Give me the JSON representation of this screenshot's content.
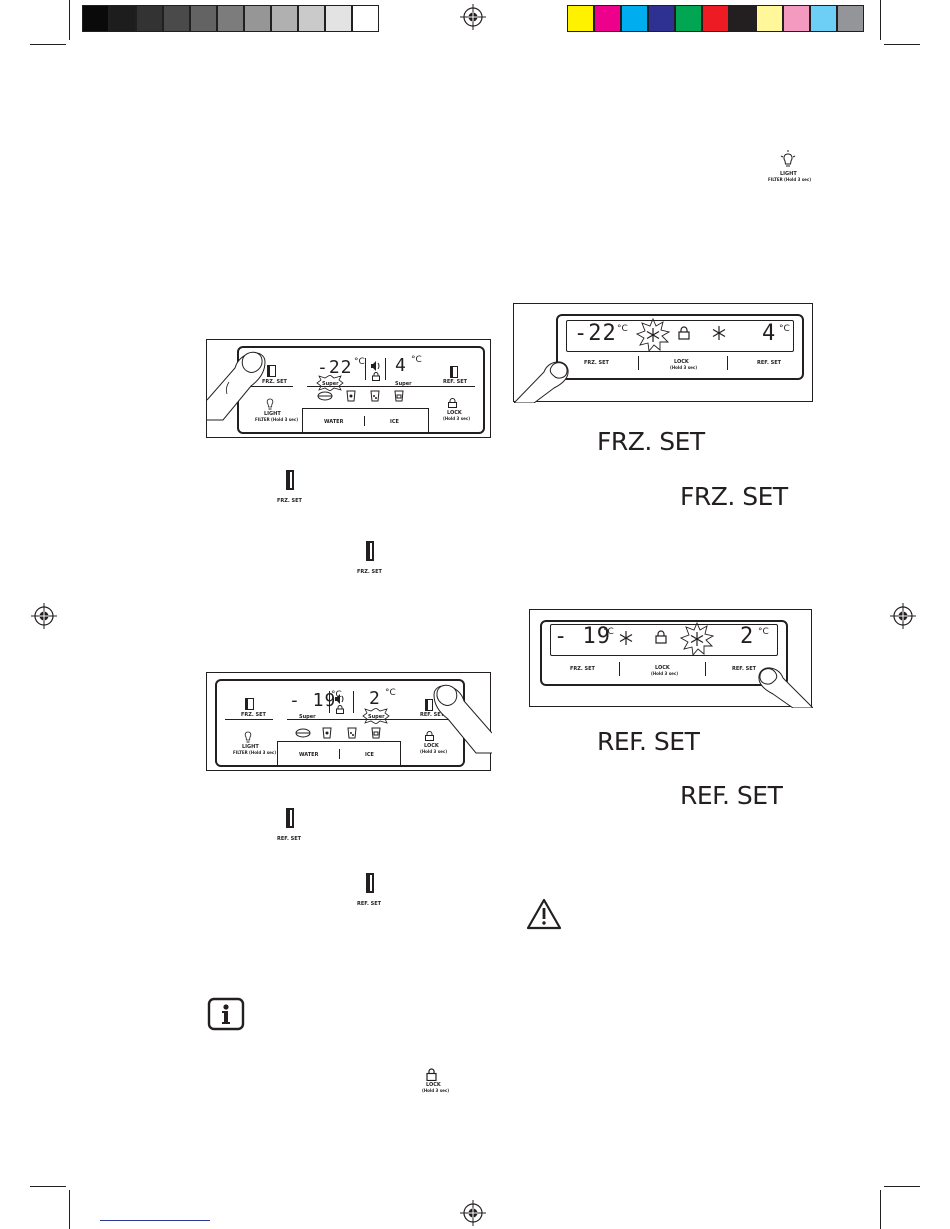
{
  "calibration": {
    "greys": [
      "#0a0a0a",
      "#1d1d1d",
      "#333333",
      "#4a4a4a",
      "#636363",
      "#7c7c7c",
      "#969696",
      "#b0b0b0",
      "#cacaca",
      "#e3e3e3",
      "#ffffff"
    ],
    "colors": [
      "#fff200",
      "#ec008c",
      "#00aeef",
      "#2e3192",
      "#00a651",
      "#ed1c24",
      "#231f20",
      "#fff799",
      "#f49ac1",
      "#6dcff6",
      "#939598"
    ]
  },
  "topright_icon": {
    "line1": "LIGHT",
    "line2": "FILTER (Hold 3 sec)"
  },
  "panel1": {
    "frz_set": "FRZ. SET",
    "frz_temp": "-22",
    "deg": "°C",
    "super_left": "Super",
    "ref_temp": "4",
    "super_right": "Super",
    "ref_set": "REF. SET",
    "light": "LIGHT",
    "light_sub": "FILTER (Hold 3 sec)",
    "lock": "LOCK",
    "lock_sub": "(Hold 3 sec)",
    "water": "WATER",
    "ice": "ICE"
  },
  "panel2": {
    "frz_temp": "-22",
    "ref_temp": "4",
    "deg": "°C",
    "frz_set": "FRZ. SET",
    "lock": "LOCK",
    "lock_sub": "(Hold 3 sec)",
    "ref_set": "REF. SET"
  },
  "panel3": {
    "frz_set": "FRZ. SET",
    "frz_temp": "- 19",
    "deg": "°C",
    "super_left": "Super",
    "ref_temp": "2",
    "super_right": "Super",
    "ref_set": "REF. SET",
    "light": "LIGHT",
    "light_sub": "FILTER (Hold 3 sec)",
    "lock": "LOCK",
    "lock_sub": "(Hold 3 sec)",
    "water": "WATER",
    "ice": "ICE"
  },
  "panel4": {
    "frz_temp": "- 19",
    "ref_temp": "2",
    "deg": "°C",
    "frz_set": "FRZ. SET",
    "lock": "LOCK",
    "lock_sub": "(Hold 3 sec)",
    "ref_set": "REF. SET"
  },
  "inline_icons": {
    "frz1": "FRZ. SET",
    "frz2": "FRZ. SET",
    "ref1": "REF. SET",
    "ref2": "REF. SET",
    "lock": "LOCK",
    "lock_sub": "(Hold 3 sec)"
  },
  "big_labels": {
    "frz1": "FRZ. SET",
    "frz2": "FRZ. SET",
    "ref1": "REF. SET",
    "ref2": "REF. SET"
  }
}
